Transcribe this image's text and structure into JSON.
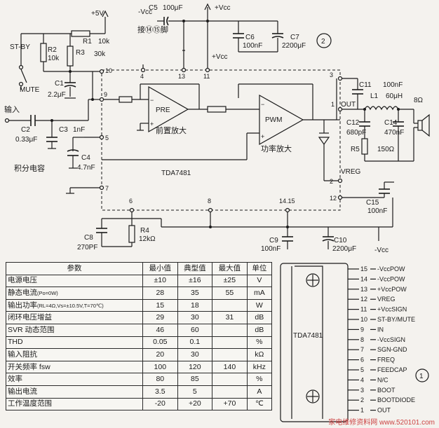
{
  "circuit": {
    "plus5v": "+5V",
    "minus_vcc_in": "-Vcc",
    "plus_vcc_top": "+Vcc",
    "c5": "C5",
    "c5_val": "100μF",
    "pin14_15_note": "接⑭⑮脚",
    "st_by": "ST-BY",
    "mute": "MUTE",
    "r2": "R2",
    "r2_val": "10k",
    "r3": "R3",
    "r3_val": "30k",
    "r1": "R1",
    "r1_val": "10k",
    "c1": "C1",
    "c1_val": "2.2μF",
    "c6": "C6",
    "c6_val": "100nF",
    "c7": "C7",
    "c7_val": "2200μF",
    "badge2": "2",
    "vcc_pin": "+Vcc",
    "pin10": "10",
    "pin4": "4",
    "pin13": "13",
    "pin11": "11",
    "pin9": "9",
    "pin5": "5",
    "pin7": "7",
    "pin6": "6",
    "pin8": "8",
    "pin1415": "14.15",
    "pin3": "3",
    "pin1": "1",
    "pin2": "2",
    "pin12": "12",
    "input": "输入",
    "c2": "C2",
    "c2_val": "0.33μF",
    "c3": "C3",
    "c3_val": "1nF",
    "pre": "PRE",
    "pre_amp": "前置放大",
    "pwm": "PWM",
    "power_amp": "功率放大",
    "c4": "C4",
    "c4_val": "4.7nF",
    "integ_cap": "积分电容",
    "chip_label": "TDA7481",
    "c11": "C11",
    "c11_val": "100nF",
    "l1": "L1",
    "l1_val": "60μH",
    "out": "OUT",
    "speaker": "8Ω",
    "c12": "C12",
    "c12_val": "680pF",
    "c14": "C14",
    "c14_val": "470nF",
    "r5": "R5",
    "r5_val": "150Ω",
    "vreg": "VREG",
    "c15": "C15",
    "c15_val": "100nF",
    "c8": "C8",
    "c8_val": "270PF",
    "r4": "R4",
    "r4_val": "12kΩ",
    "c9": "C9",
    "c9_val": "100nF",
    "c10": "C10",
    "c10_val": "2200μF",
    "minus_vcc_out": "-Vcc"
  },
  "table": {
    "headers": [
      "参数",
      "最小值",
      "典型值",
      "最大值",
      "单位"
    ],
    "rows": [
      {
        "param": "电源电压",
        "cond": "",
        "min": "±10",
        "typ": "±16",
        "max": "±25",
        "unit": "V"
      },
      {
        "param": "静态电流",
        "cond": "(Po=0W)",
        "min": "28",
        "typ": "35",
        "max": "55",
        "unit": "mA"
      },
      {
        "param": "输出功率",
        "cond": "(RL=4Ω,Vs=±10.5V,T=70℃)",
        "min": "15",
        "typ": "18",
        "max": "",
        "unit": "W"
      },
      {
        "param": "闭环电压增益",
        "cond": "",
        "min": "29",
        "typ": "30",
        "max": "31",
        "unit": "dB"
      },
      {
        "param": "SVR 动态范围",
        "cond": "",
        "min": "46",
        "typ": "60",
        "max": "",
        "unit": "dB"
      },
      {
        "param": "THD",
        "cond": "",
        "min": "0.05",
        "typ": "0.1",
        "max": "",
        "unit": "%"
      },
      {
        "param": "输入阻抗",
        "cond": "",
        "min": "20",
        "typ": "30",
        "max": "",
        "unit": "kΩ"
      },
      {
        "param": "开关频率 fsw",
        "cond": "",
        "min": "100",
        "typ": "120",
        "max": "140",
        "unit": "kHz"
      },
      {
        "param": "效率",
        "cond": "",
        "min": "80",
        "typ": "85",
        "max": "",
        "unit": "%"
      },
      {
        "param": "输出电流",
        "cond": "",
        "min": "3.5",
        "typ": "5",
        "max": "",
        "unit": "A"
      },
      {
        "param": "工作温度范围",
        "cond": "",
        "min": "-20",
        "typ": "+20",
        "max": "+70",
        "unit": "℃"
      }
    ]
  },
  "package": {
    "chip_label": "TDA7481",
    "badge1": "1",
    "pins": [
      {
        "num": "15",
        "name": "-VccPOW"
      },
      {
        "num": "14",
        "name": "-VccPOW"
      },
      {
        "num": "13",
        "name": "+VccPOW"
      },
      {
        "num": "12",
        "name": "VREG"
      },
      {
        "num": "11",
        "name": "+VccSIGN"
      },
      {
        "num": "10",
        "name": "ST-BY/MUTE"
      },
      {
        "num": "9",
        "name": "IN"
      },
      {
        "num": "8",
        "name": "-VccSIGN"
      },
      {
        "num": "7",
        "name": "SGN-GND"
      },
      {
        "num": "6",
        "name": "FREQ"
      },
      {
        "num": "5",
        "name": "FEEDCAP"
      },
      {
        "num": "4",
        "name": "N/C"
      },
      {
        "num": "3",
        "name": "BOOT"
      },
      {
        "num": "2",
        "name": "BOOTDIODE"
      },
      {
        "num": "1",
        "name": "OUT"
      }
    ]
  },
  "watermark": "家电维修资料网 www.520101.com"
}
